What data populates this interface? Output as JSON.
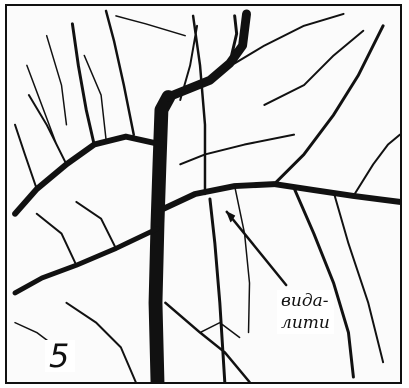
{
  "figure": {
    "panel_number": "5",
    "annotation": {
      "line1": "вида-",
      "line2": "лити"
    }
  },
  "colors": {
    "ink": "#111111",
    "paper": "#ffffff"
  }
}
